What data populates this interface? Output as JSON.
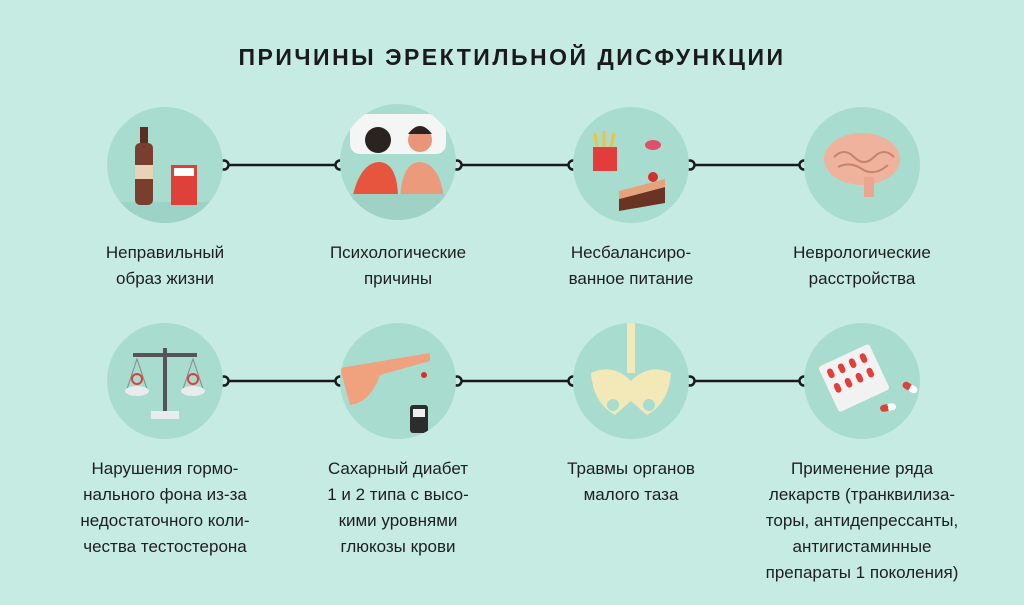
{
  "title": "ПРИЧИНЫ ЭРЕКТИЛЬНОЙ ДИСФУНКЦИИ",
  "causes": [
    {
      "icon": "bottle-cigarettes-icon",
      "label": "Неправильный\nобраз жизни"
    },
    {
      "icon": "couple-in-bed-icon",
      "label": "Психологические\nпричины"
    },
    {
      "icon": "junk-food-icon",
      "label": "Несбалансиро-\nванное питание"
    },
    {
      "icon": "brain-icon",
      "label": "Неврологические\nрасстройства"
    },
    {
      "icon": "scales-gender-icon",
      "label": "Нарушения гормо-\nнального фона из-за\nнедостаточного коли-\nчества тестостерона"
    },
    {
      "icon": "finger-glucometer-icon",
      "label": "Сахарный диабет\n1 и 2 типа с высо-\nкими уровнями\nглюкозы крови"
    },
    {
      "icon": "pelvis-icon",
      "label": "Травмы органов\nмалого таза"
    },
    {
      "icon": "pills-icon",
      "label": "Применение ряда\nлекарств (транквилиза-\nторы, антидепрессанты,\nантигистаминные\nпрепараты 1 поколения)"
    }
  ]
}
